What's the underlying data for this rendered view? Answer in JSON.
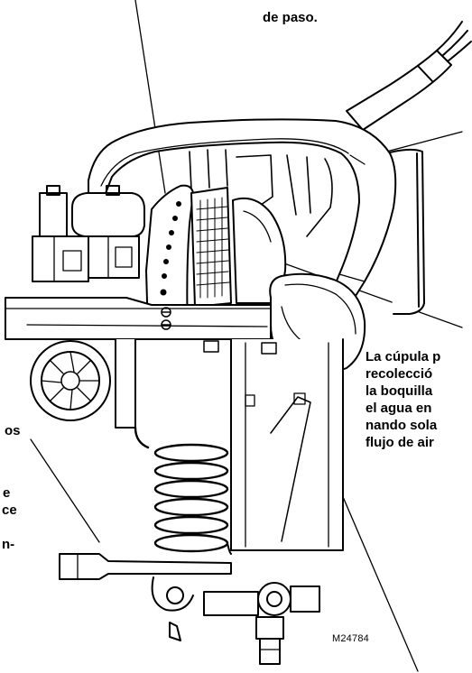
{
  "labels": {
    "top_right": [
      "de paso."
    ],
    "right": [
      "La cúpula p",
      "recolecció",
      "la boquilla",
      "el agua en",
      "nando sola",
      "flujo de air"
    ],
    "left": [
      "os",
      "e",
      "ce",
      "n-"
    ]
  },
  "figure_id": "M24784",
  "colors": {
    "ink": "#000000",
    "paper": "#ffffff"
  }
}
